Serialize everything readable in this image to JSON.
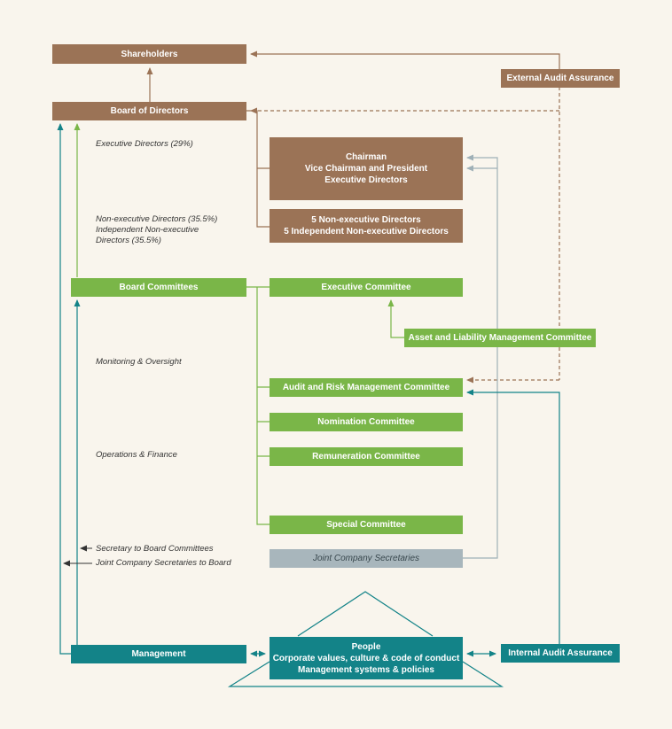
{
  "boxes": {
    "shareholders": "Shareholders",
    "external_audit": "External Audit Assurance",
    "board_of_directors": "Board of Directors",
    "chairman": [
      "Chairman",
      "Vice Chairman and President",
      "Executive Directors"
    ],
    "nonexec": [
      "5 Non-executive Directors",
      "5 Independent Non-executive Directors"
    ],
    "board_committees": "Board Committees",
    "executive_committee": "Executive Committee",
    "alm_committee": "Asset and Liability Management Committee",
    "audit_risk_committee": "Audit and Risk Management Committee",
    "nomination_committee": "Nomination Committee",
    "remuneration_committee": "Remuneration Committee",
    "special_committee": "Special Committee",
    "joint_company_secretaries": "Joint Company Secretaries",
    "management": "Management",
    "people": [
      "People",
      "Corporate values, culture & code of conduct",
      "Management systems & policies"
    ],
    "internal_audit": "Internal Audit Assurance"
  },
  "notes": {
    "exec_directors": "Executive Directors (29%)",
    "nonexec_directors": [
      "Non-executive Directors (35.5%)",
      "Independent Non-executive",
      "Directors (35.5%)"
    ],
    "monitoring": "Monitoring & Oversight",
    "operations": "Operations & Finance",
    "secretary_committees": "Secretary to Board Committees",
    "secretaries_board": "Joint Company Secretaries to Board"
  },
  "colors": {
    "background": "#f9f5ed",
    "brown": "#9b7356",
    "green": "#7ab648",
    "teal": "#138388",
    "grey": "#a8b6bc",
    "text_dark": "#333333"
  }
}
